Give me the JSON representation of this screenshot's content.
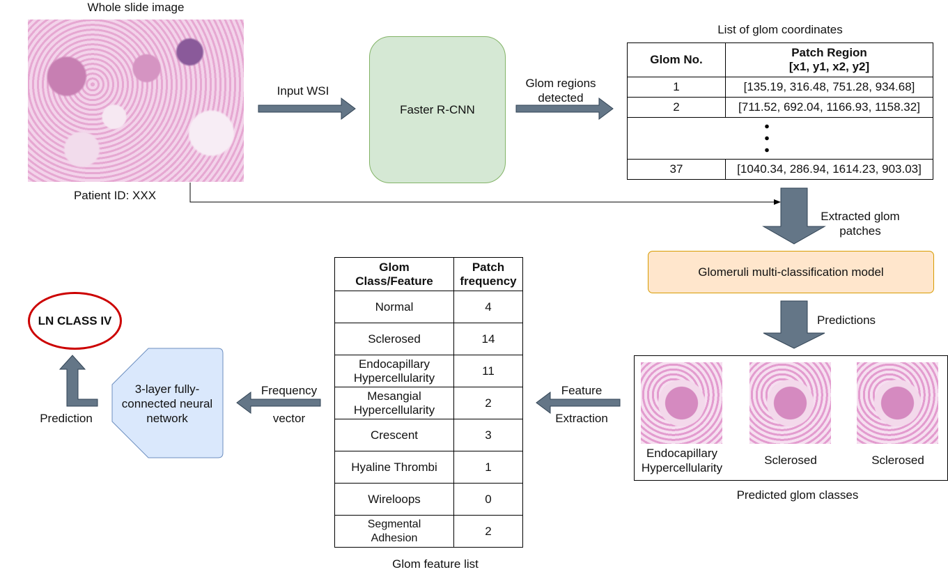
{
  "wsi": {
    "title": "Whole slide image",
    "patient_id": "Patient ID: XXX"
  },
  "arrows": {
    "input_wsi": "Input WSI",
    "glom_regions_1": "Glom regions",
    "glom_regions_2": "detected",
    "extracted_1": "Extracted glom",
    "extracted_2": "patches",
    "predictions": "Predictions",
    "feature": "Feature",
    "extraction": "Extraction",
    "frequency": "Frequency",
    "vector": "vector",
    "prediction": "Prediction"
  },
  "faster_rcnn": {
    "label": "Faster R-CNN"
  },
  "coords_table": {
    "title": "List of glom coordinates",
    "header_no": "Glom No.",
    "header_region_1": "Patch Region",
    "header_region_2": "[x1, y1, x2, y2]",
    "rows": [
      {
        "no": "1",
        "region": "[135.19, 316.48, 751.28, 934.68]"
      },
      {
        "no": "2",
        "region": "[711.52, 692.04, 1166.93, 1158.32]"
      },
      {
        "no": "37",
        "region": "[1040.34, 286.94, 1614.23, 903.03]"
      }
    ]
  },
  "classifier": {
    "label": "Glomeruli multi-classification model"
  },
  "predicted": {
    "caption": "Predicted glom classes",
    "items": [
      {
        "label_1": "Endocapillary",
        "label_2": "Hypercellularity"
      },
      {
        "label_1": "Sclerosed",
        "label_2": ""
      },
      {
        "label_1": "Sclerosed",
        "label_2": ""
      }
    ]
  },
  "feature_table": {
    "caption": "Glom feature list",
    "header_class_1": "Glom",
    "header_class_2": "Class/Feature",
    "header_freq_1": "Patch",
    "header_freq_2": "frequency",
    "rows": [
      {
        "l1": "Normal",
        "l2": "",
        "value": "4"
      },
      {
        "l1": "Sclerosed",
        "l2": "",
        "value": "14"
      },
      {
        "l1": "Endocapillary",
        "l2": "Hypercellularity",
        "value": "11"
      },
      {
        "l1": "Mesangial",
        "l2": "Hypercellularity",
        "value": "2"
      },
      {
        "l1": "Crescent",
        "l2": "",
        "value": "3"
      },
      {
        "l1": "Hyaline Thrombi",
        "l2": "",
        "value": "1"
      },
      {
        "l1": "Wireloops",
        "l2": "",
        "value": "0"
      },
      {
        "l1": "Segmental",
        "l2": "Adhesion",
        "value": "2"
      }
    ]
  },
  "nn": {
    "l1": "3-layer fully-",
    "l2": "connected neural",
    "l3": "network"
  },
  "result": {
    "label": "LN CLASS IV"
  },
  "colors": {
    "arrow": "#647687",
    "rcnn_fill": "#d5e8d4",
    "rcnn_stroke": "#82b366",
    "classifier_fill": "#ffe6cc",
    "classifier_stroke": "#d79b00",
    "nn_fill": "#dae8fc",
    "nn_stroke": "#6c8ebf",
    "result_stroke": "#cc0000"
  }
}
